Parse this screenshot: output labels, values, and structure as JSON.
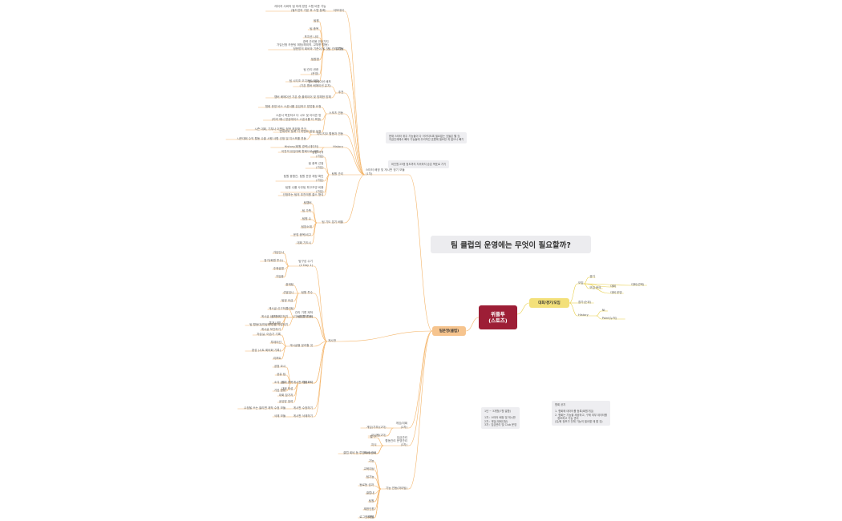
{
  "title": "팀 클럽의 운영에는 무엇이 필요할까?",
  "root": {
    "line1": "위플투",
    "line2": "(스토즈)"
  },
  "branches": {
    "left": "팀운영(클럽)",
    "right": "대회/경기/모임"
  },
  "colors": {
    "line": "#f4b56a",
    "line_right": "#e8cf4a",
    "root_bg": "#9d1e36",
    "note_bg": "#eeeef1"
  },
  "notes": {
    "top1": "현재 스타터 위주 기능들이 다 이어지도록 필요없는 것들은 뺄 것.\n지금단계에서 빼야 기능들에 우리적인 흐름에 필요한 게 없으니 빼기",
    "top2": "비인원 25명 정도까지 지속하지 승은 목표로 가기",
    "mid": "1년 ~ 3개월(7월 말쯤)\n\n1차 : 스타터 배정 및 게시판\n2차 : 게임(대회선정)\n3차 : 임금관리 및 Club 운영",
    "right": "협회 공지\n\n1. 협회에 데이터를 등록(회원가입)\n2. 협회는 기능을 제공하고, 구매 여부 데이터를\n   정보하고 기능 관리\n(유/회 정보가 전체 기능의 필요할 때 할 것)"
  },
  "upper_left": {
    "hub": "스타터 배정 및 게시판 정기 모듈\n(1차)",
    "groups": [
      {
        "label": "아모데이",
        "items": [
          "레이저 서버의 팀 미래 방업 스탭 비준 가능\n(필드업의 기본 후 스탭 등록)"
        ]
      },
      {
        "label": "팀 관리 기능",
        "items": [
          "팀원",
          "팀 종목",
          "포지션 나이",
          "팀원명",
          "팀 관리 권한\n(운영)",
          "팀 시티조 오디카드 회부"
        ]
      },
      {
        "label": "클럽팀",
        "items": [
          "경력 관리용 연산가지\n가입신청 카운팅 재정(해외의, 교체한 활동)\n정한방의 회비와 기준이 될 것"
        ]
      },
      {
        "label": "추천",
        "items": [
          "멤버 배에이션 배포\n(기존 멤버 배에이션 유지)",
          "멤버 배에이션 기존 중 플레이어 및 방해한 방해"
        ]
      },
      {
        "label": "스포츠 연동",
        "items": [
          "협회 운영 비스 스폰서를 유입하고 방업할 요청",
          "스폰서 목표하고 다 시도 및 아이콘 방\n(따라 매니 방공에이스 스폰서를 더 포함)",
          "업데이트 등록 시 이벤트 알림 설정"
        ]
      },
      {
        "label": "지도/지오 활용과 연동",
        "items": [
          "시즌 대회, 기부나 이벤트 정한 포장할 연구",
          "시즌대회 수익 활동 수출 시행 사항 선정 및 지스포를 연동"
        ]
      },
      {
        "label": "History",
        "items": [
          "History(회원 경력)(데이터)",
          "이전의 유입대회 협회으로 비용"
        ]
      },
      {
        "label": "팀원 관리",
        "items": [
          "팀원 자격\n(가입)",
          "팀 종목 선정\n(가입)",
          "팀원 종합관, 팀원 운영 재정 확인\n(가입)",
          "팀원 수를 사무팀 파고조영 비용\n(가입)",
          "선정하는 팀의 추천의원 클스 형식"
        ]
      },
      {
        "label": "팀 기도 접기 배울",
        "items": [
          "팀멤버",
          "팀 가족",
          "팀원 수",
          "팀장소재",
          "운영 종목/비고",
          "대회 기도시"
        ]
      }
    ]
  },
  "lower_left": {
    "hub": "게시판",
    "groups": [
      {
        "label": "팀구성 수기\n(2 Day 1)",
        "items": [
          "가입인사",
          "참가(회원 투수)",
          "주제설명",
          "가입증"
        ]
      },
      {
        "label": "팀원 투수",
        "items": [
          "중계팀",
          "선발입니",
          "팀정 요급",
          "관리팀"
        ]
      },
      {
        "label": "팀 경기/대회",
        "items": [
          "게시글 신고하기",
          "공지 요고하기",
          "팀 활동대(미팅메세)를 작성하기"
        ]
      },
      {
        "label": "관리 기록 제작\n(기노를 좋 투시)",
        "items": [
          "게시글 신고하기",
          "통계 내역",
          "게시글 보관하기"
        ]
      },
      {
        "label": "게시글별 분리할 것",
        "items": [
          "자습실, 이습기 기록",
          "투데어선",
          "완성 (시트 회비회 기록)",
          "리포트"
        ]
      },
      {
        "label": "게시판 카테고리",
        "items": [
          "공정 요시",
          "공유 팁",
          "소식 공유",
          "기업 공유"
        ]
      },
      {
        "label": "기본 요시",
        "items": [
          "공지 종목",
          "대회 작성",
          "대회 참가자",
          "공유방 참여"
        ]
      },
      {
        "label": "게시판 수정하기",
        "items": [
          "수정될 쓰는 쏠리면 제작 수정 모듈"
        ]
      },
      {
        "label": "게시판 삭제하기",
        "items": [
          "삭제 모듈"
        ]
      }
    ]
  },
  "bottom_left": {
    "groups": [
      {
        "label": "게임/대회\n(2차)",
        "items": [
          "게임(기부)(2차)",
          "아이템(2차)"
        ]
      },
      {
        "label": "임금관리\n활동관리 운영관리\n(3차)",
        "items": [
          "월 구",
          "지식",
          "Blacklist",
          "클럽 회비 등 투명하게 관리"
        ]
      },
      {
        "label": "기능 연동(마이팀)",
        "items": [
          "기능",
          "교육대상",
          "팀기능",
          "동료등 성과",
          "클럽내",
          "팀원",
          "제한인원",
          "아카팀",
          "로그인 매칭"
        ]
      }
    ]
  },
  "right": {
    "groups": [
      {
        "label": "모집",
        "items": [
          "경기",
          "모집 문의",
          "대회",
          "대회 운영",
          "대회(선택)"
        ]
      },
      {
        "label": "참가(순위)",
        "items": [
          "참가(순위)"
        ]
      },
      {
        "label": "History",
        "items": [
          "NI",
          "Point(누적)"
        ]
      }
    ]
  }
}
